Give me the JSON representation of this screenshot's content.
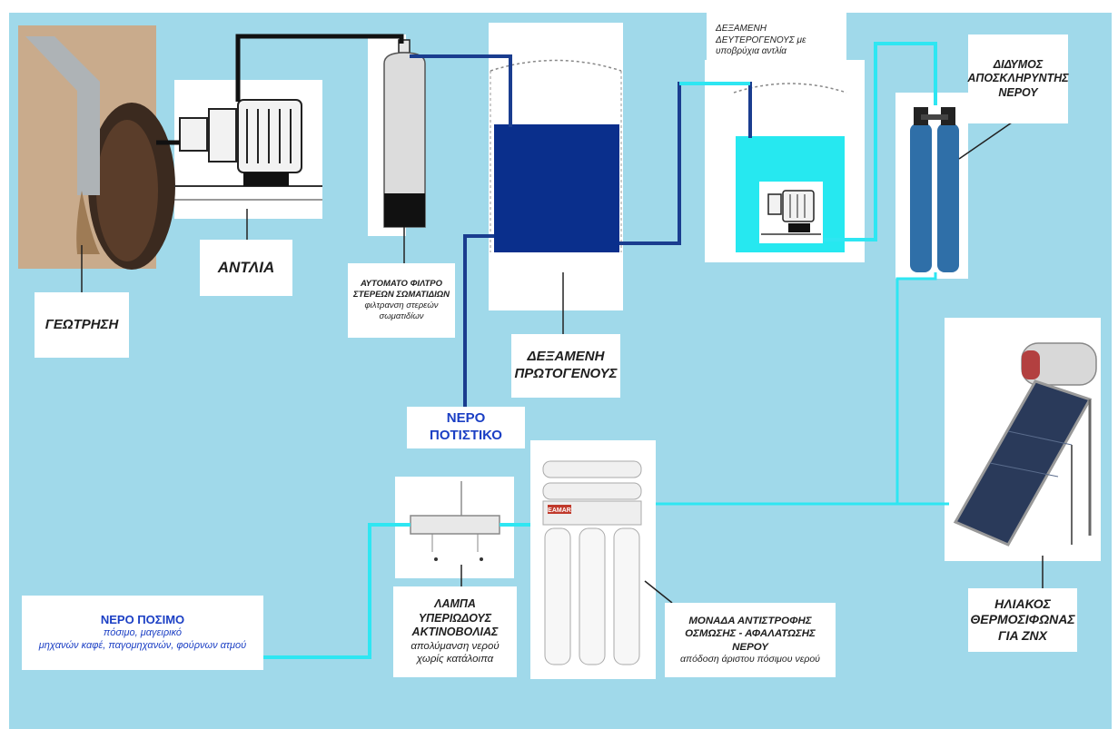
{
  "colors": {
    "background": "#a0d9ea",
    "pipe_raw": "#111111",
    "pipe_primary": "#1a3d8f",
    "pipe_softened": "#2ee6f2",
    "primary_water": "#0a2f8c",
    "secondary_water": "#26e8f0",
    "softener_blue": "#2f6fa8",
    "drinking_title": "#1b3fc4"
  },
  "labels": {
    "borehole": "ΓΕΩΤΡΗΣΗ",
    "pump": "ΑΝΤΛΙΑ",
    "filter": {
      "title_line1": "ΑΥΤΟΜΑΤΟ ΦΙΛΤΡΟ",
      "title_line2": "ΣΤΕΡΕΩΝ ΣΩΜΑΤΙΔΙΩΝ",
      "sub_line1": "φιλτρανση στερεών",
      "sub_line2": "σωματιδίων"
    },
    "primary_tank": {
      "line1": "ΔΕΞΑΜΕΝΗ",
      "line2": "ΠΡΩΤΟΓΕΝΟΥΣ"
    },
    "secondary_tank": {
      "line1": "ΔΕΞΑΜΕΝΗ",
      "line2": "ΔΕΥΤΕΡΟΓΕΝΟΥΣ με",
      "line3": "υποβρύχια αντλία"
    },
    "softener": {
      "line1": "ΔΙΔΥΜΟΣ",
      "line2": "ΑΠΟΣΚΛΗΡΥΝΤΗΣ",
      "line3": "ΝΕΡΟΥ"
    },
    "solar": {
      "line1": "ΗΛΙΑΚΟΣ",
      "line2": "ΘΕΡΜΟΣΙΦΩΝΑΣ",
      "line3": "ΓΙΑ ΖΝΧ"
    },
    "drinking_water": "ΝΕΡΟ ΠΟΤΙΣΤΙΚΟ",
    "potable_water": {
      "title": "ΝΕΡΟ ΠΟΣΙΜΟ",
      "line1": "πόσιμο, μαγειρικό",
      "line2": "μηχανών καφέ, παγομηχανών, φούρνων ατμού"
    },
    "uv_lamp": {
      "line1": "ΛΑΜΠΑ ΥΠΕΡΙΩΔΟΥΣ",
      "line2": "ΑΚΤΙΝΟΒΟΛΙΑΣ",
      "sub_line1": "απολύμανση νερού",
      "sub_line2": "χωρίς κατάλοιπα"
    },
    "ro_unit": {
      "line1": "ΜΟΝΑΔΑ ΑΝΤΙΣΤΡΟΦΗΣ",
      "line2": "ΟΣΜΩΣΗΣ - ΑΦΑΛΑΤΩΣΗΣ",
      "line3": "ΝΕΡΟΥ",
      "sub_line1": "απόδοση άριστου πόσιμου νερού"
    },
    "ro_brand": "EAMAR"
  }
}
